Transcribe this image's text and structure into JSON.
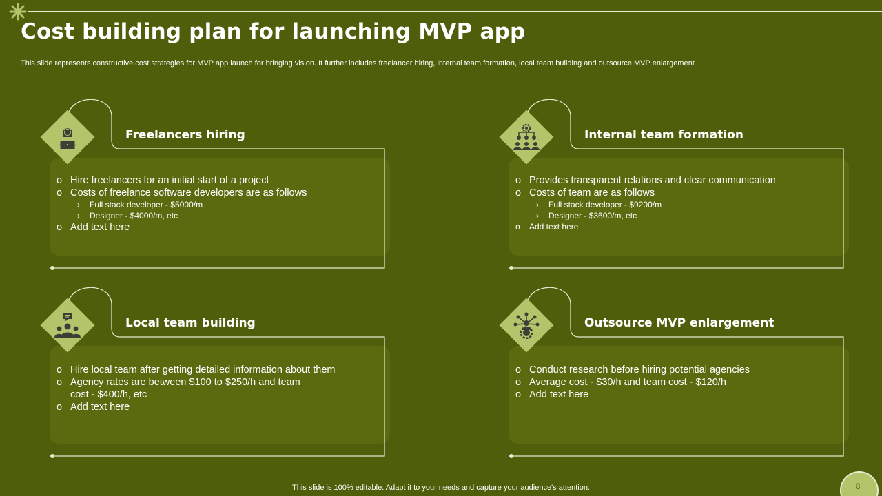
{
  "slide": {
    "title": "Cost building plan for launching MVP app",
    "subtitle": "This slide represents constructive cost strategies for MVP  app launch for bringing vision. It further includes freelancer hiring, internal team formation, local team building and outsource MVP enlargement",
    "footer": "This slide is 100% editable. Adapt it to your needs and capture your audience's attention.",
    "page_number": "8"
  },
  "bullets": {
    "main": "o",
    "sub": "›"
  },
  "colors": {
    "background": "#4f5e0a",
    "panel": "#5b6a0f",
    "accent": "#b4c46a",
    "line": "#e6ecd0",
    "icon": "#3b3f36"
  },
  "cards": [
    {
      "heading": "Freelancers hiring",
      "icon": "businesswoman-laptop-icon",
      "items": [
        {
          "text": "Hire freelancers for an initial start of a project"
        },
        {
          "text": "Costs of freelance software developers are as follows"
        },
        {
          "text": "Full stack developer  - $5000/m"
        },
        {
          "text": "Designer  - $4000/m,  etc"
        },
        {
          "text": "Add text here"
        }
      ]
    },
    {
      "heading": "Internal team formation",
      "icon": "team-hierarchy-gear-icon",
      "items": [
        {
          "text": "Provides transparent relations and clear communication"
        },
        {
          "text": "Costs of team are as follows"
        },
        {
          "text": "Full stack developer  - $9200/m"
        },
        {
          "text": "Designer  - $3600/m,  etc"
        },
        {
          "text": "Add text here"
        }
      ]
    },
    {
      "heading": "Local team building",
      "icon": "group-chat-icon",
      "items": [
        {
          "text": "Hire local team after getting detailed information about them"
        },
        {
          "text": "Agency rates are between $100 to $250/h and team"
        },
        {
          "text": "cost - $400/h, etc"
        },
        {
          "text": "Add text here"
        }
      ]
    },
    {
      "heading": "Outsource MVP enlargement",
      "icon": "network-person-gear-icon",
      "items": [
        {
          "text": "Conduct research before hiring potential agencies"
        },
        {
          "text": "Average  cost - $30/h and team cost - $120/h"
        },
        {
          "text": "Add text here"
        }
      ]
    }
  ]
}
